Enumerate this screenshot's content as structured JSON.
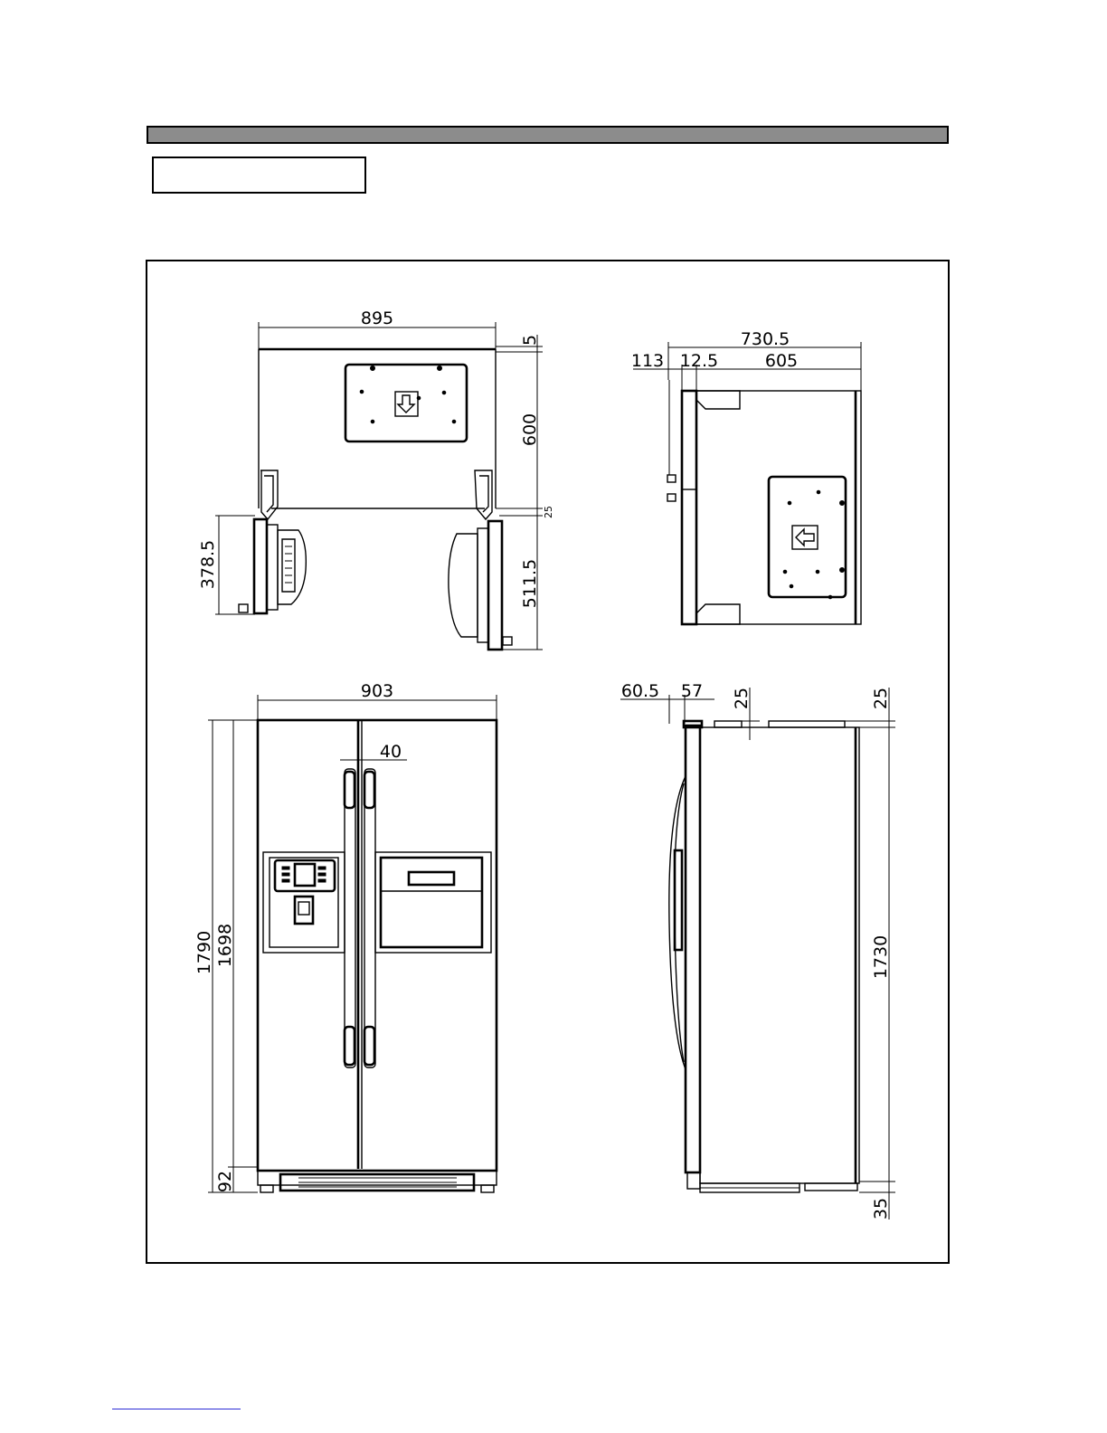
{
  "dims": {
    "top_width": "895",
    "top_offset": "5",
    "top_depth": "600",
    "top_gap": "25",
    "left_door_swing": "378.5",
    "right_door_swing": "511.5",
    "side_top_total": "730.5",
    "side_top_a": "113",
    "side_top_b": "12.5",
    "side_top_c": "605",
    "front_width": "903",
    "handle_gap": "40",
    "front_total_height": "1790",
    "front_body_height": "1698",
    "front_base_height": "92",
    "side_front_a": "60.5",
    "side_front_b": "57",
    "side_top_hinge": "25",
    "side_right_top": "25",
    "side_height": "1730",
    "side_base": "35"
  }
}
